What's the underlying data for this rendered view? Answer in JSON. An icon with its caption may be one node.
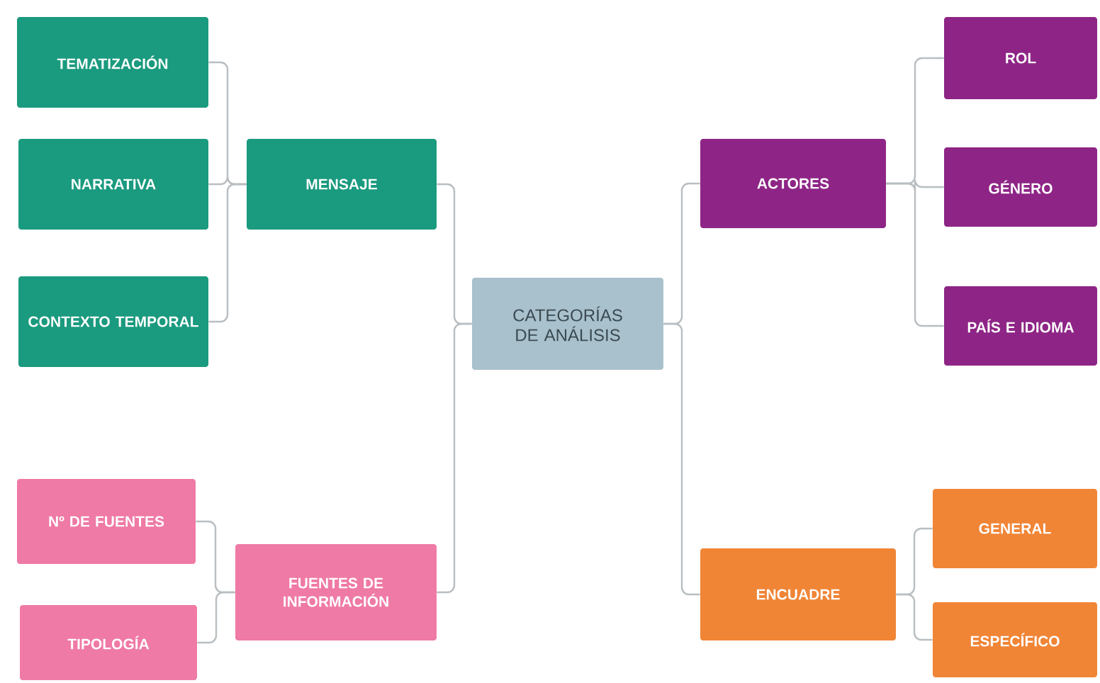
{
  "diagram": {
    "nodes": [
      {
        "text": [
          "CATEGORÍAS DE ANÁLISIS"
        ]
      },
      {
        "text": [
          "MENSAJE"
        ]
      },
      {
        "text": [
          "TEMATIZACIÓN"
        ]
      },
      {
        "text": [
          "NARRATIVA"
        ]
      },
      {
        "text": [
          "CONTEXTO TEMPORAL"
        ]
      },
      {
        "text": [
          "FUENTES DE INFORMACIÓN"
        ]
      },
      {
        "text": [
          "Nº DE FUENTES"
        ]
      },
      {
        "text": [
          "TIPOLOGÍA"
        ]
      },
      {
        "text": [
          "ACTORES"
        ]
      },
      {
        "text": [
          "ROL"
        ]
      },
      {
        "text": [
          "GÉNERO"
        ]
      },
      {
        "text": [
          "PAÍS E IDIOMA"
        ]
      },
      {
        "text": [
          "ENCUADRE"
        ]
      },
      {
        "text": [
          "GENERAL"
        ]
      },
      {
        "text": [
          "ESPECÍFICO"
        ]
      }
    ],
    "edges": [
      {
        "from": 0,
        "to": 1,
        "arrow": "none"
      },
      {
        "from": 1,
        "to": 2,
        "arrow": "none"
      },
      {
        "from": 1,
        "to": 3,
        "arrow": "none"
      },
      {
        "from": 1,
        "to": 4,
        "arrow": "none"
      },
      {
        "from": 0,
        "to": 5,
        "arrow": "none"
      },
      {
        "from": 5,
        "to": 6,
        "arrow": "none"
      },
      {
        "from": 5,
        "to": 7,
        "arrow": "none"
      },
      {
        "from": 0,
        "to": 8,
        "arrow": "none"
      },
      {
        "from": 8,
        "to": 9,
        "arrow": "none"
      },
      {
        "from": 8,
        "to": 10,
        "arrow": "none"
      },
      {
        "from": 8,
        "to": 11,
        "arrow": "none"
      },
      {
        "from": 0,
        "to": 12,
        "arrow": "none"
      },
      {
        "from": 12,
        "to": 13,
        "arrow": "none"
      },
      {
        "from": 12,
        "to": 14,
        "arrow": "none"
      }
    ]
  }
}
